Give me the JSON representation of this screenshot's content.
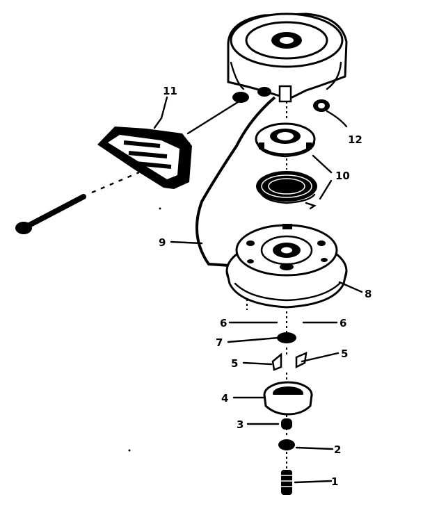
{
  "diagram": {
    "colors": {
      "ink": "#000000",
      "paper": "#ffffff"
    },
    "callouts": {
      "p1": "1",
      "p2": "2",
      "p3": "3",
      "p4": "4",
      "p5a": "5",
      "p5b": "5",
      "p6a": "6",
      "p6b": "6",
      "p7": "7",
      "p8": "8",
      "p9": "9",
      "p10": "10",
      "p11": "11",
      "p12": "12"
    }
  }
}
